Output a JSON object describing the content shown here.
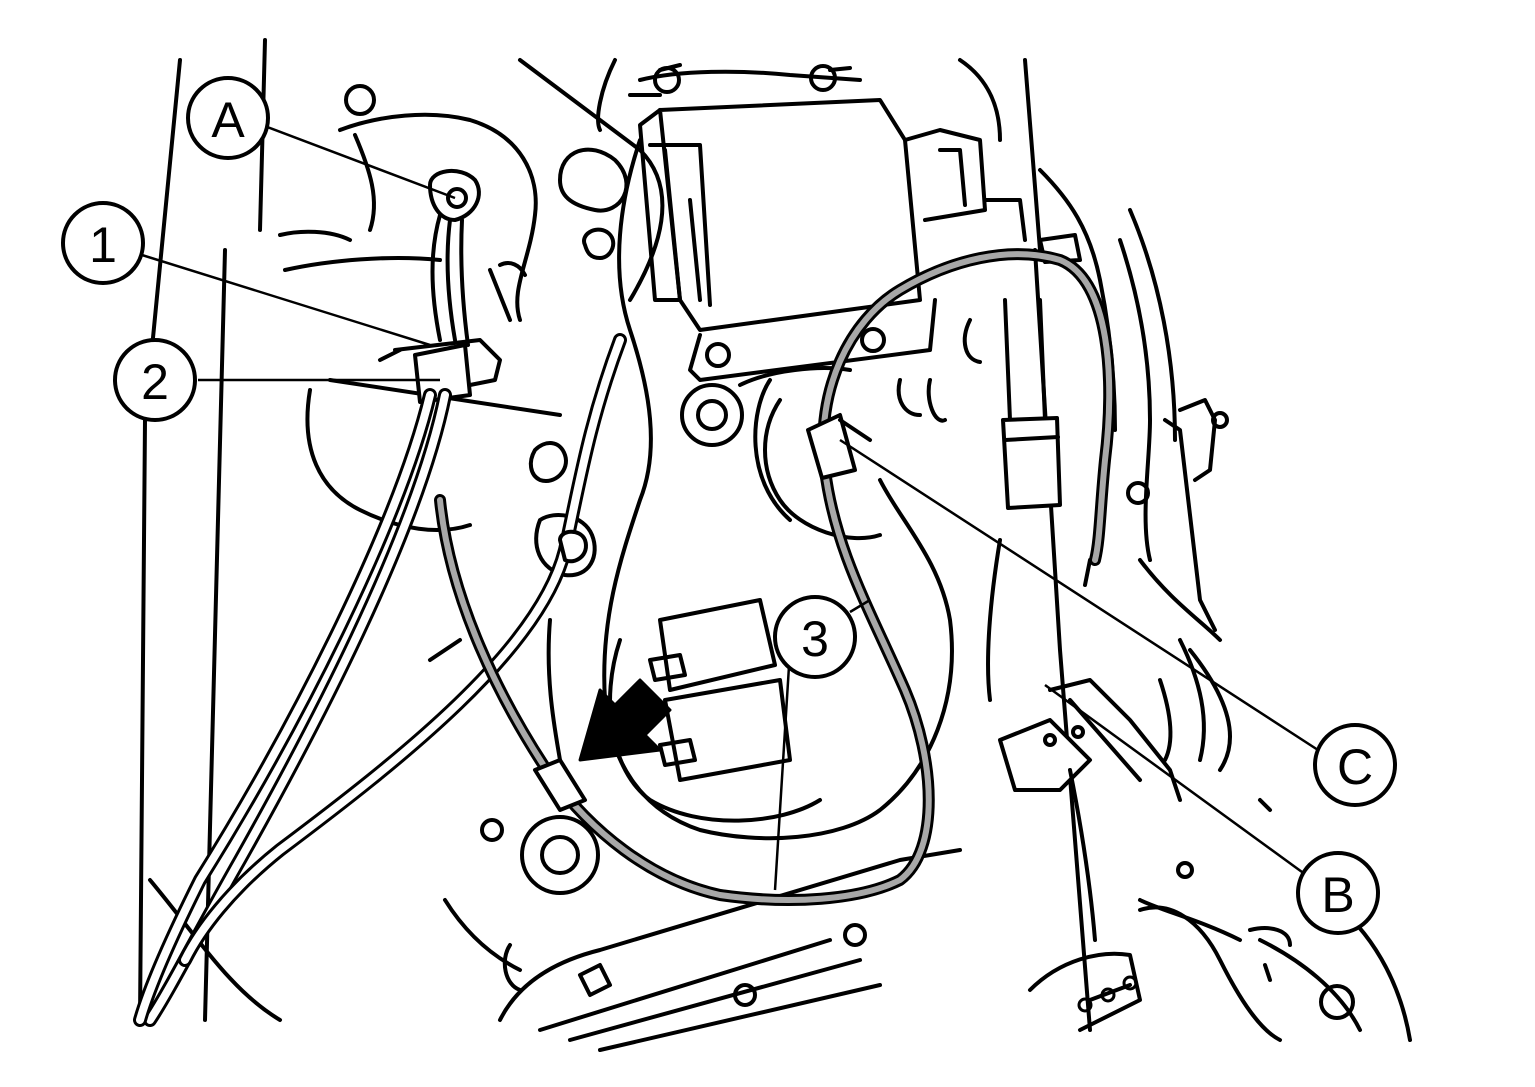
{
  "callouts": {
    "A": "A",
    "B": "B",
    "C": "C",
    "n1": "1",
    "n2": "2",
    "n3": "3"
  },
  "colors": {
    "line": "#000000",
    "cable_grey": "#a8a8a8",
    "background": "#ffffff"
  },
  "icons": {
    "direction_arrow": "arrow-icon"
  }
}
